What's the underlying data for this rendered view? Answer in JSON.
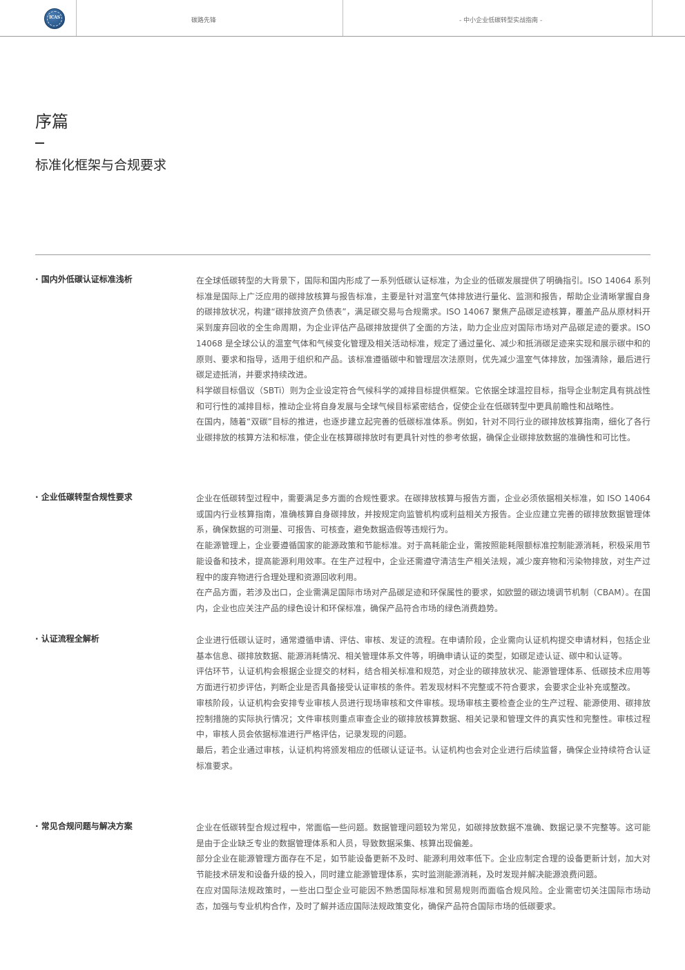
{
  "header": {
    "logo_text": "ICAS",
    "center_text": "碳路先锋",
    "right_text": "- 中小企业低碳转型实战指南 -"
  },
  "title": "序篇",
  "dash": "—",
  "subtitle": "标准化框架与合规要求",
  "sections": [
    {
      "title": "· 国内外低碳认证标准浅析",
      "paragraphs": [
        "在全球低碳转型的大背景下，国际和国内形成了一系列低碳认证标准，为企业的低碳发展提供了明确指引。ISO 14064 系列标准是国际上广泛应用的碳排放核算与报告标准，主要是针对温室气体排放进行量化、监测和报告，帮助企业清晰掌握自身的碳排放状况，构建“碳排放资产负债表”，满足碳交易与合规需求。ISO 14067 聚焦产品碳足迹核算，覆盖产品从原材料开采到废弃回收的全生命周期，为企业评估产品碳排放提供了全面的方法，助力企业应对国际市场对产品碳足迹的要求。ISO 14068 是全球公认的温室气体和气候变化管理及相关活动标准，规定了通过量化、减少和抵消碳足迹来实现和展示碳中和的原则、要求和指导，适用于组织和产品。该标准遵循碳中和管理层次法原则，优先减少温室气体排放，加强清除，最后进行碳足迹抵消，并要求持续改进。",
        "科学碳目标倡议（SBTi）则为企业设定符合气候科学的减排目标提供框架。它依据全球温控目标，指导企业制定具有挑战性和可行性的减排目标，推动企业将自身发展与全球气候目标紧密结合，促使企业在低碳转型中更具前瞻性和战略性。",
        "在国内，随着“双碳”目标的推进，也逐步建立起完善的低碳标准体系。例如，针对不同行业的碳排放核算指南，细化了各行业碳排放的核算方法和标准，使企业在核算碳排放时有更具针对性的参考依据，确保企业碳排放数据的准确性和可比性。"
      ]
    },
    {
      "title": "· 企业低碳转型合规性要求",
      "paragraphs": [
        "企业在低碳转型过程中，需要满足多方面的合规性要求。在碳排放核算与报告方面，企业必须依据相关标准，如 ISO 14064 或国内行业核算指南，准确核算自身碳排放，并按规定向监管机构或利益相关方报告。企业应建立完善的碳排放数据管理体系，确保数据的可测量、可报告、可核查，避免数据造假等违规行为。",
        "在能源管理上，企业要遵循国家的能源政策和节能标准。对于高耗能企业，需按照能耗限额标准控制能源消耗，积极采用节能设备和技术，提高能源利用效率。在生产过程中，企业还需遵守清洁生产相关法规，减少废弃物和污染物排放，对生产过程中的废弃物进行合理处理和资源回收利用。",
        "在产品方面，若涉及出口，企业需满足国际市场对产品碳足迹和环保属性的要求，如欧盟的碳边境调节机制（CBAM）。在国内，企业也应关注产品的绿色设计和环保标准，确保产品符合市场的绿色消费趋势。"
      ]
    },
    {
      "title": "· 认证流程全解析",
      "paragraphs": [
        "企业进行低碳认证时，通常遵循申请、评估、审核、发证的流程。在申请阶段，企业需向认证机构提交申请材料，包括企业基本信息、碳排放数据、能源消耗情况、相关管理体系文件等，明确申请认证的类型，如碳足迹认证、碳中和认证等。",
        "评估环节，认证机构会根据企业提交的材料，结合相关标准和规范，对企业的碳排放状况、能源管理体系、低碳技术应用等方面进行初步评估，判断企业是否具备接受认证审核的条件。若发现材料不完整或不符合要求，会要求企业补充或整改。",
        "审核阶段，认证机构会安排专业审核人员进行现场审核和文件审核。现场审核主要检查企业的生产过程、能源使用、碳排放控制措施的实际执行情况；文件审核则重点审查企业的碳排放核算数据、相关记录和管理文件的真实性和完整性。审核过程中，审核人员会依据标准进行严格评估，记录发现的问题。",
        "最后，若企业通过审核，认证机构将颁发相应的低碳认证证书。认证机构也会对企业进行后续监督，确保企业持续符合认证标准要求。"
      ]
    },
    {
      "title": "· 常见合规问题与解决方案",
      "paragraphs": [
        "企业在低碳转型合规过程中，常面临一些问题。数据管理问题较为常见，如碳排放数据不准确、数据记录不完整等。这可能是由于企业缺乏专业的数据管理体系和人员，导致数据采集、核算出现偏差。",
        "部分企业在能源管理方面存在不足，如节能设备更新不及时、能源利用效率低下。企业应制定合理的设备更新计划，加大对节能技术研发和设备升级的投入，同时建立能源管理体系，实时监测能源消耗，及时发现并解决能源浪费问题。",
        "在应对国际法规政策时，一些出口型企业可能因不熟悉国际标准和贸易规则而面临合规风险。企业需密切关注国际市场动态，加强与专业机构合作，及时了解并适应国际法规政策变化，确保产品符合国际市场的低碳要求。"
      ]
    }
  ]
}
